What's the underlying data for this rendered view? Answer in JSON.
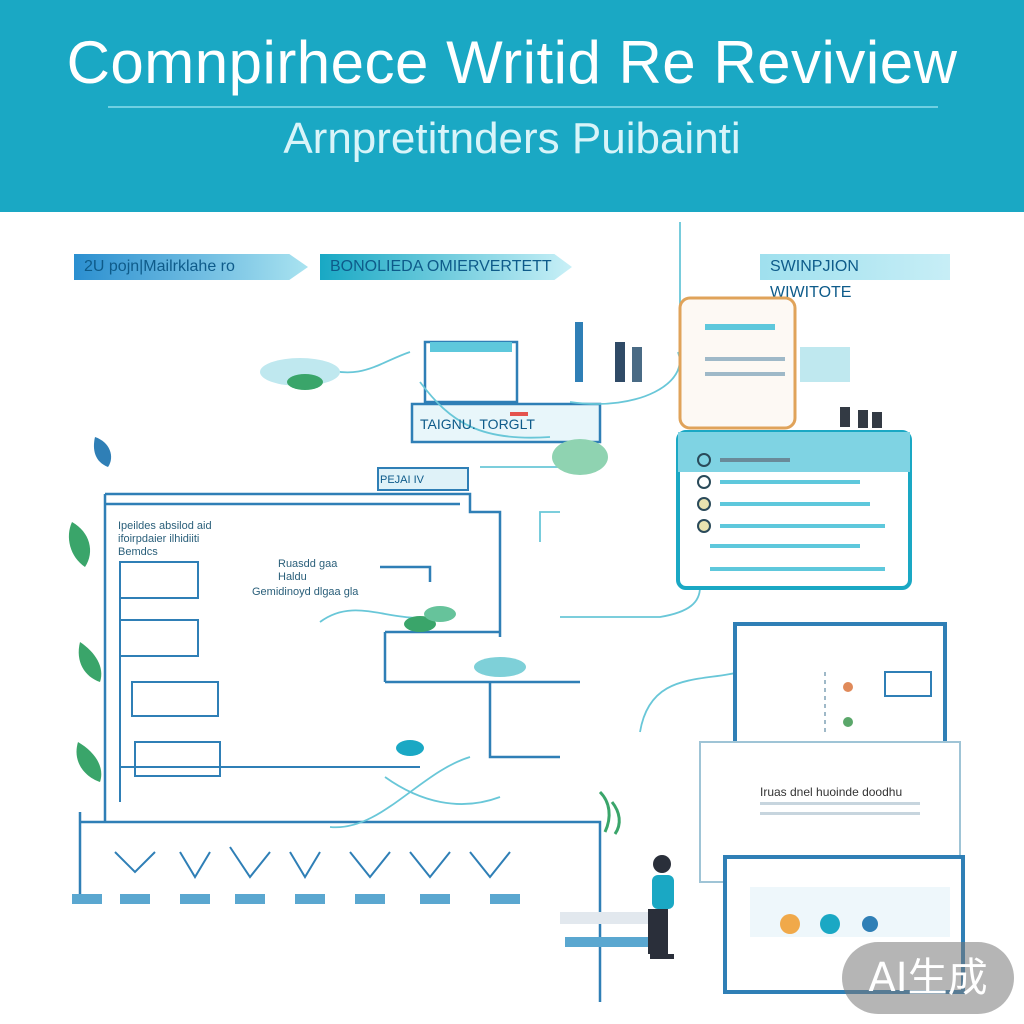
{
  "header": {
    "title": "Comnpirhece Writid Re Reviview",
    "subtitle": "Arnpretitnders Puibainti"
  },
  "tags": {
    "left": "2U pojn|Mailrklahe ro",
    "middle": "BONOLIEDA OMIERVERTETT",
    "right": "SWINPJION WIWITOTE"
  },
  "snippets": {
    "center_box": "TAIGNU. TORGLT",
    "center_label": "PEJAI IV",
    "left_block": "Ipeildes absilod aid ifoirpdaier ilhidiiti Bemdcs",
    "mid_block": "Ruasdd gaa Haldu",
    "mid_line": "Gemidinoyd dlgaa gla",
    "right_doc": "Iruas dnel huoinde doodhu"
  },
  "colors": {
    "header_bg": "#1aa8c4",
    "line_blue": "#2f7fb6",
    "teal": "#1aa8c4",
    "leaf_green": "#3aa56a"
  },
  "watermark": "AI生成"
}
